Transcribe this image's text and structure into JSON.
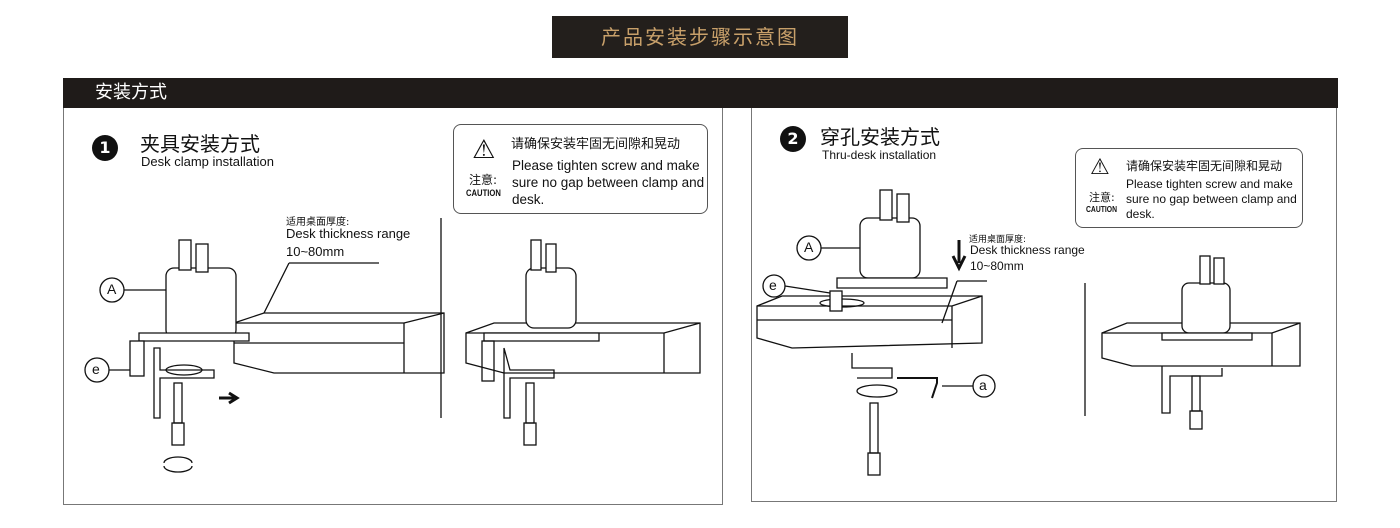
{
  "header": {
    "title": "产品安装步骤示意图"
  },
  "section": {
    "title": "安装方式"
  },
  "method1": {
    "number": "1",
    "title_cn": "夹具安装方式",
    "title_en": "Desk clamp installation",
    "caution": {
      "cn": "请确保安装牢固无间隙和晃动",
      "en": "Please tighten screw and make sure no gap between clamp and desk.",
      "label_cn": "注意:",
      "label_en": "CAUTION"
    },
    "thickness_cn": "适用桌面厚度:",
    "thickness_en": "Desk thickness range",
    "thickness_value": "10~80mm",
    "part_labels": [
      "A",
      "e"
    ]
  },
  "method2": {
    "number": "2",
    "title_cn": "穿孔安装方式",
    "title_en": "Thru-desk installation",
    "caution": {
      "cn": "请确保安装牢固无间隙和晃动",
      "en": "Please tighten screw and make sure no gap between clamp and desk.",
      "label_cn": "注意:",
      "label_en": "CAUTION"
    },
    "thickness_cn": "适用桌面厚度:",
    "thickness_en": "Desk thickness range",
    "thickness_value": "10~80mm",
    "part_labels": [
      "A",
      "e",
      "a"
    ]
  }
}
